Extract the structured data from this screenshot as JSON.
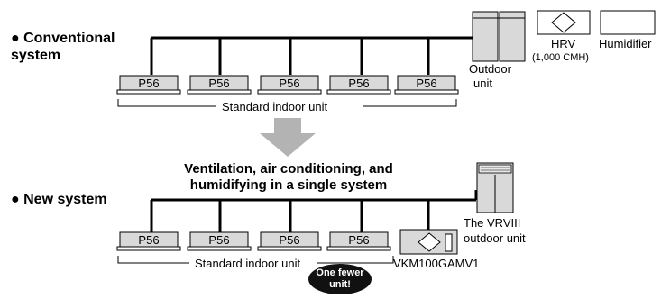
{
  "conventional": {
    "heading_line1": "● Conventional",
    "heading_line2": "system",
    "indoor_units": [
      "P56",
      "P56",
      "P56",
      "P56",
      "P56"
    ],
    "bracket_label": "Standard indoor unit",
    "outdoor_label_line1": "Outdoor",
    "outdoor_label_line2": "unit",
    "hrv_label": "HRV",
    "hrv_capacity": "(1,000 CMH)",
    "humidifier_label": "Humidifier"
  },
  "transition_text_line1": "Ventilation, air conditioning, and",
  "transition_text_line2": "humidifying in a single system",
  "new_system": {
    "heading": "● New system",
    "indoor_units": [
      "P56",
      "P56",
      "P56",
      "P56"
    ],
    "bracket_label": "Standard indoor unit",
    "vkm_label": "VKM100GAMV1",
    "outdoor_label_line1": "The VRVIII",
    "outdoor_label_line2": "outdoor unit",
    "badge_line1": "One fewer",
    "badge_line2": "unit!"
  },
  "colors": {
    "line": "#000000",
    "unit_fill": "#d9d9d9",
    "unit_base": "#ffffff",
    "arrow": "#b3b3b3",
    "badge": "#111111",
    "badge_text": "#ffffff"
  }
}
